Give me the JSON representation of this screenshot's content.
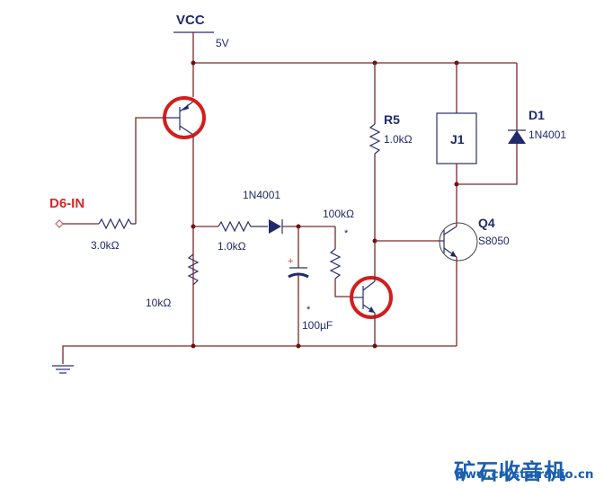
{
  "title": "Transistor relay driver schematic",
  "power": {
    "net": "VCC",
    "voltage": "5V"
  },
  "input": {
    "label": "D6-IN"
  },
  "ground": {
    "symbol": "ground-icon"
  },
  "components": {
    "r_base": {
      "value": "3.0kΩ"
    },
    "r_series": {
      "value": "1.0kΩ"
    },
    "r_pulldown": {
      "value": "10kΩ"
    },
    "diode_series": {
      "part": "1N4001"
    },
    "capacitor": {
      "value": "100µF",
      "marker": "*",
      "polarity": "+"
    },
    "r_timing": {
      "value": "100kΩ",
      "marker": "*"
    },
    "r5": {
      "ref": "R5",
      "value": "1.0kΩ"
    },
    "relay": {
      "ref": "J1"
    },
    "d1": {
      "ref": "D1",
      "part": "1N4001"
    },
    "q4": {
      "ref": "Q4",
      "part": "S8050"
    },
    "q_pnp": {
      "type": "PNP",
      "highlighted": true
    },
    "q_npn": {
      "type": "NPN",
      "highlighted": true
    }
  },
  "colors": {
    "wire": "#7a2a2a",
    "component": "#2a2f6a",
    "highlight": "#d21e1e",
    "watermark": "#1a5fb0"
  },
  "watermark": {
    "name_cn": "矿石收音机",
    "url": "www.crystalradio.cn"
  }
}
